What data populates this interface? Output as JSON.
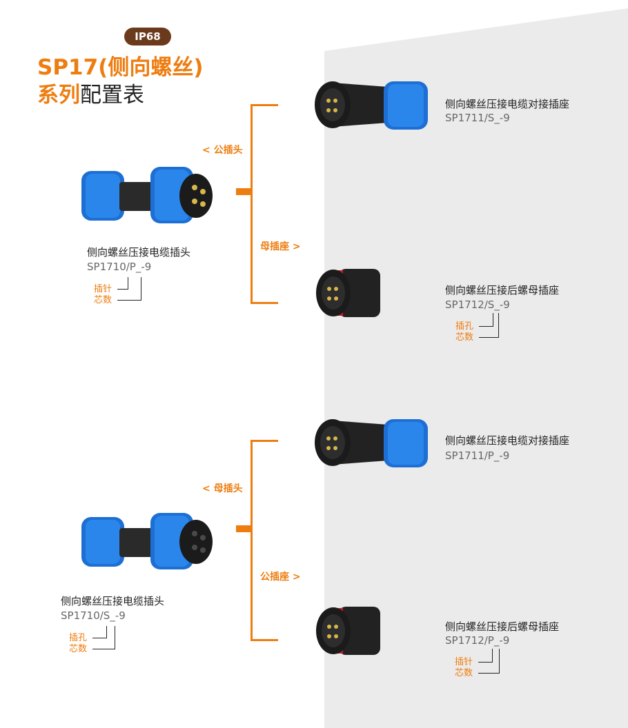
{
  "header": {
    "badge": "IP68",
    "title_line1": "SP17(侧向螺丝)",
    "title_line2_highlight": "系列",
    "title_line2_rest": "配置表"
  },
  "colors": {
    "accent": "#ee7d10",
    "blue": "#1e6fd4",
    "panel": "#ebebeb"
  },
  "group1": {
    "plug": {
      "name": "侧向螺丝压接电缆插头",
      "code": "SP1710/P_-9",
      "ann1": "插针",
      "ann2": "芯数"
    },
    "branch_top": "< 公插头",
    "branch_bottom": "母插座 >",
    "right_top": {
      "name": "侧向螺丝压接电缆对接插座",
      "code": "SP1711/S_-9"
    },
    "right_bottom": {
      "name": "侧向螺丝压接后螺母插座",
      "code": "SP1712/S_-9",
      "ann1": "插孔",
      "ann2": "芯数"
    }
  },
  "group2": {
    "plug": {
      "name": "侧向螺丝压接电缆插头",
      "code": "SP1710/S_-9",
      "ann1": "插孔",
      "ann2": "芯数"
    },
    "branch_top": "< 母插头",
    "branch_bottom": "公插座 >",
    "right_top": {
      "name": "侧向螺丝压接电缆对接插座",
      "code": "SP1711/P_-9"
    },
    "right_bottom": {
      "name": "侧向螺丝压接后螺母插座",
      "code": "SP1712/P_-9",
      "ann1": "插针",
      "ann2": "芯数"
    }
  }
}
